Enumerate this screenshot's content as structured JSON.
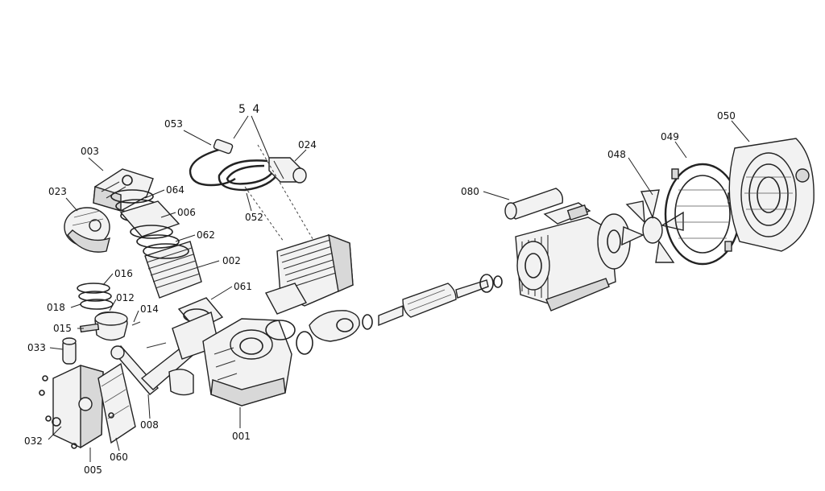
{
  "labels": {
    "p001": "001",
    "p002": "002",
    "p003": "003",
    "p005": "005",
    "p006": "006",
    "p008": "008",
    "p012": "012",
    "p014": "014",
    "p015": "015",
    "p016": "016",
    "p018": "018",
    "p023": "023",
    "p024": "024",
    "p032": "032",
    "p033": "033",
    "p048": "048",
    "p049": "049",
    "p050": "050",
    "p052": "052",
    "p053": "053",
    "p054": "5 4",
    "p060": "060",
    "p061": "061",
    "p062": "062",
    "p064": "064",
    "p080": "080"
  }
}
